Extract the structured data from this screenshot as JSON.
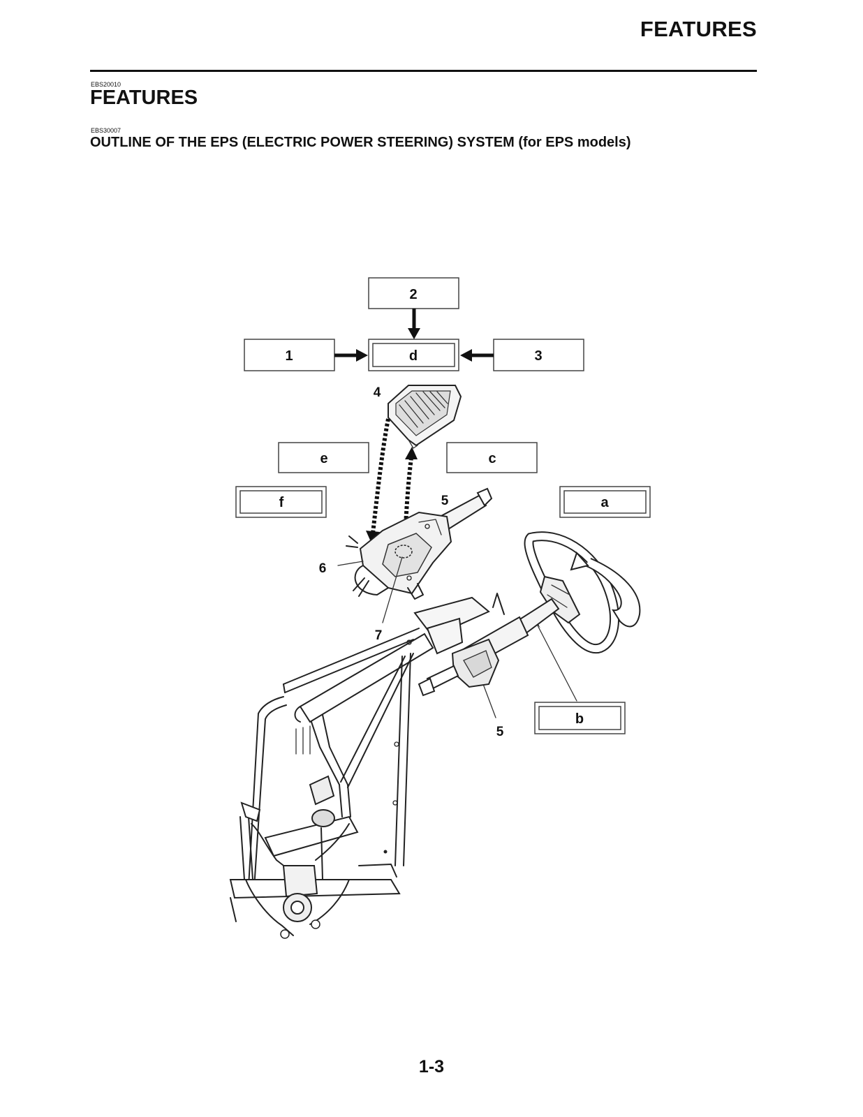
{
  "header": {
    "title": "FEATURES"
  },
  "section": {
    "code": "EBS20010",
    "title": "FEATURES"
  },
  "subsection": {
    "code": "EBS30007",
    "title": "OUTLINE OF THE EPS (ELECTRIC POWER STEERING) SYSTEM (for EPS models)"
  },
  "diagram": {
    "boxes": {
      "b1": "1",
      "b2": "2",
      "b3": "3",
      "bd": "d",
      "be": "e",
      "bc": "c",
      "bf": "f",
      "ba": "a",
      "bb": "b"
    },
    "callouts": {
      "c4": "4",
      "c5top": "5",
      "c6": "6",
      "c7": "7",
      "c5bot": "5"
    }
  },
  "footer": {
    "page_number": "1-3"
  }
}
